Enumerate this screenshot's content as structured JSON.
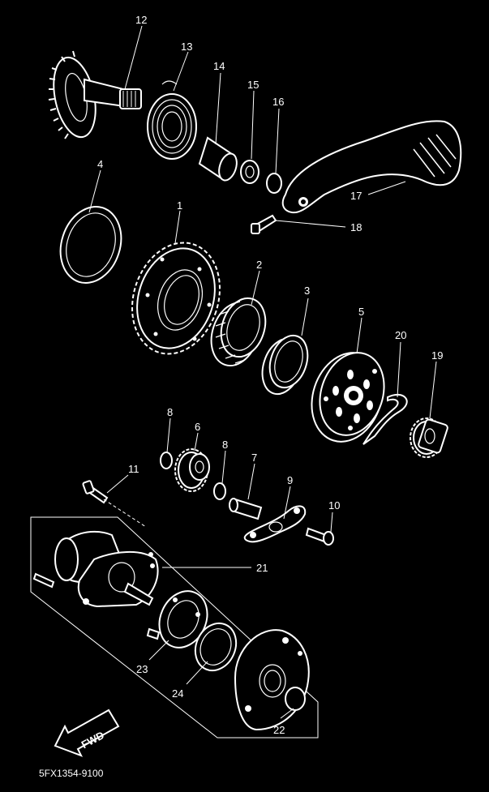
{
  "diagram": {
    "drawing_code": "5FX1354-9100",
    "direction_arrow": "FWD",
    "callouts": [
      "1",
      "2",
      "3",
      "4",
      "5",
      "6",
      "7",
      "8",
      "8",
      "9",
      "10",
      "11",
      "12",
      "13",
      "14",
      "15",
      "16",
      "17",
      "18",
      "19",
      "20",
      "21",
      "22",
      "23",
      "24"
    ]
  }
}
